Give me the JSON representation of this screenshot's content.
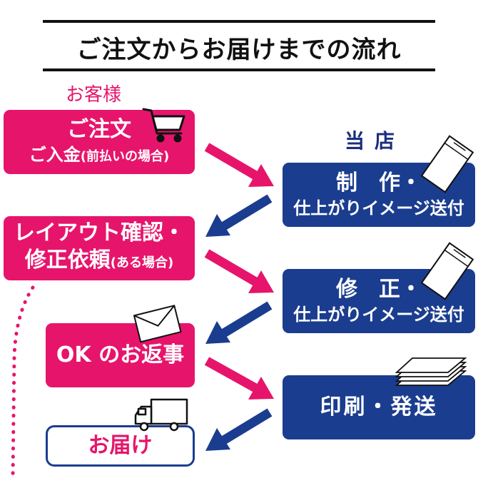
{
  "title": "ご注文からお届けまでの流れ",
  "customer_label": "お客様",
  "shop_label": "当店",
  "steps": {
    "order": {
      "line1": "ご注文",
      "line2_main": "ご入金",
      "line2_note": "(前払いの場合)"
    },
    "production": {
      "line1": "制　作・",
      "line2": "仕上がりイメージ送付"
    },
    "confirm": {
      "line1": "レイアウト確認・",
      "line2_main": "修正依頼",
      "line2_note": "(ある場合)"
    },
    "revision": {
      "line1": "修　正・",
      "line2": "仕上がりイメージ送付"
    },
    "ok": {
      "label": "OK のお返事"
    },
    "print": {
      "label": "印刷・発送"
    },
    "delivery": {
      "label": "お届け"
    }
  },
  "colors": {
    "customer_pink": "#e6156b",
    "shop_navy": "#1b3d8f",
    "title_black": "#111111"
  },
  "icons": [
    "cart-icon",
    "envelope-icon",
    "mail-envelope-icon",
    "paper-stack-icon",
    "truck-icon"
  ]
}
